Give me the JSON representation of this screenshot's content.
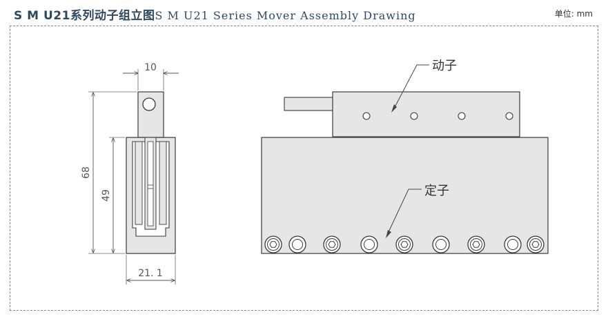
{
  "header": {
    "title_cn": "S M U21系列动子组立图",
    "title_en": "S M U21 Series Mover Assembly Drawing",
    "unit_label": "单位: mm"
  },
  "dimensions": {
    "top_width": "10",
    "total_height": "68",
    "body_height": "49",
    "bottom_width": "21. 1"
  },
  "callouts": {
    "mover": "动子",
    "stator": "定子"
  },
  "colors": {
    "title": "#2e4a63",
    "part_fill": "#e6e6e6",
    "outline": "#3a3a3a"
  }
}
